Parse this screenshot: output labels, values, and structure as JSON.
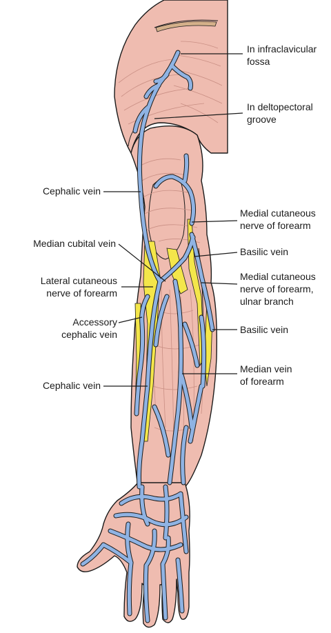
{
  "colors": {
    "skin": "#efbcb0",
    "vein": "#8fb3e3",
    "nerve": "#f4e64a",
    "outline": "#1a1a1a"
  },
  "labels": {
    "infraclavicular_1": "In infraclavicular",
    "infraclavicular_2": "fossa",
    "deltopectoral_1": "In deltopectoral",
    "deltopectoral_2": "groove",
    "cephalic_upper": "Cephalic vein",
    "medial_cutaneous_1": "Medial cutaneous",
    "medial_cutaneous_2": "nerve of forearm",
    "median_cubital": "Median cubital vein",
    "basilic_upper": "Basilic vein",
    "lateral_cutaneous_1": "Lateral cutaneous",
    "lateral_cutaneous_2": "nerve of forearm",
    "medial_cutaneous_ulnar_1": "Medial cutaneous",
    "medial_cutaneous_ulnar_2": "nerve of forearm,",
    "medial_cutaneous_ulnar_3": "ulnar branch",
    "accessory_cephalic_1": "Accessory",
    "accessory_cephalic_2": "cephalic vein",
    "basilic_lower": "Basilic vein",
    "cephalic_lower": "Cephalic vein",
    "median_forearm_1": "Median vein",
    "median_forearm_2": "of forearm"
  }
}
